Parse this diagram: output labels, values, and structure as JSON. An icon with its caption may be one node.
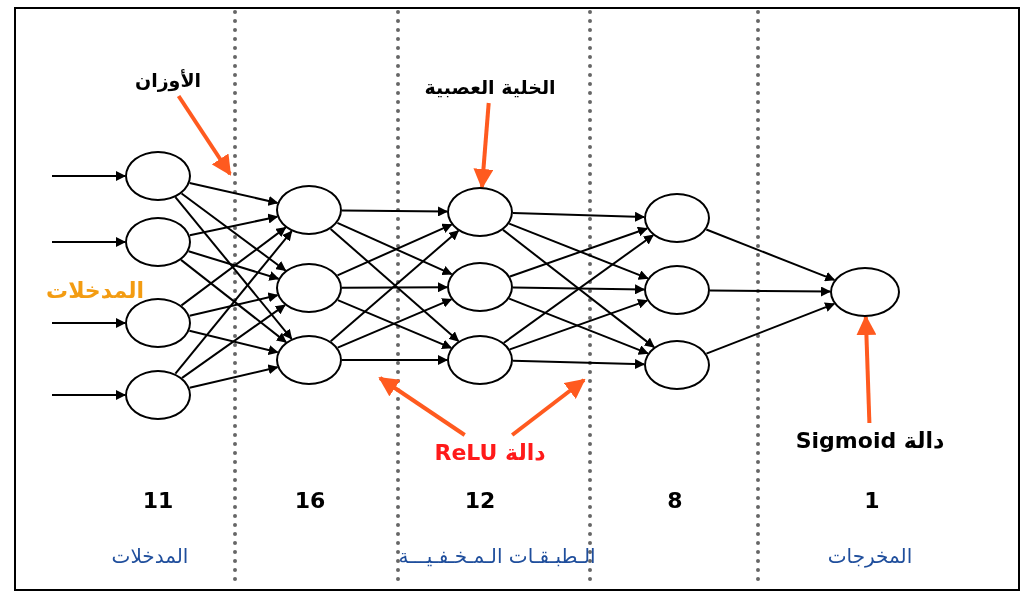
{
  "diagram": {
    "nodes": [
      {
        "text": [
          "الأوزان"
        ]
      },
      {
        "text": [
          "الخلية العصبية"
        ]
      },
      {
        "text": [],
        "shape": "circle"
      },
      {
        "text": [],
        "shape": "circle"
      },
      {
        "text": [],
        "shape": "circle"
      },
      {
        "text": [],
        "shape": "circle"
      },
      {
        "text": [],
        "shape": "circle"
      },
      {
        "text": [],
        "shape": "circle"
      },
      {
        "text": [],
        "shape": "circle"
      },
      {
        "text": [],
        "shape": "circle"
      },
      {
        "text": [],
        "shape": "circle"
      },
      {
        "text": [],
        "shape": "circle"
      },
      {
        "text": [],
        "shape": "circle"
      },
      {
        "text": [],
        "shape": "circle"
      },
      {
        "text": [],
        "shape": "circle"
      },
      {
        "text": [],
        "shape": "circle"
      },
      {
        "text": [
          "دالة ReLU"
        ]
      },
      {
        "text": [
          "دالة Sigmoid"
        ]
      }
    ],
    "edges": [
      {
        "from": null,
        "to": 2,
        "arrow": "to"
      },
      {
        "from": null,
        "to": 3,
        "arrow": "to"
      },
      {
        "from": null,
        "to": 4,
        "arrow": "to"
      },
      {
        "from": null,
        "to": 5,
        "arrow": "to"
      },
      {
        "from": 2,
        "to": 6,
        "arrow": "to"
      },
      {
        "from": 2,
        "to": 7,
        "arrow": "to"
      },
      {
        "from": 2,
        "to": 8,
        "arrow": "to"
      },
      {
        "from": 3,
        "to": 6,
        "arrow": "to"
      },
      {
        "from": 3,
        "to": 7,
        "arrow": "to"
      },
      {
        "from": 3,
        "to": 8,
        "arrow": "to"
      },
      {
        "from": 4,
        "to": 6,
        "arrow": "to"
      },
      {
        "from": 4,
        "to": 7,
        "arrow": "to"
      },
      {
        "from": 4,
        "to": 8,
        "arrow": "to"
      },
      {
        "from": 5,
        "to": 6,
        "arrow": "to"
      },
      {
        "from": 5,
        "to": 7,
        "arrow": "to"
      },
      {
        "from": 5,
        "to": 8,
        "arrow": "to"
      },
      {
        "from": 6,
        "to": 9,
        "arrow": "to"
      },
      {
        "from": 6,
        "to": 10,
        "arrow": "to"
      },
      {
        "from": 6,
        "to": 11,
        "arrow": "to"
      },
      {
        "from": 7,
        "to": 9,
        "arrow": "to"
      },
      {
        "from": 7,
        "to": 10,
        "arrow": "to"
      },
      {
        "from": 7,
        "to": 11,
        "arrow": "to"
      },
      {
        "from": 8,
        "to": 9,
        "arrow": "to"
      },
      {
        "from": 8,
        "to": 10,
        "arrow": "to"
      },
      {
        "from": 8,
        "to": 11,
        "arrow": "to"
      },
      {
        "from": 9,
        "to": 12,
        "arrow": "to"
      },
      {
        "from": 9,
        "to": 13,
        "arrow": "to"
      },
      {
        "from": 9,
        "to": 14,
        "arrow": "to"
      },
      {
        "from": 10,
        "to": 12,
        "arrow": "to"
      },
      {
        "from": 10,
        "to": 13,
        "arrow": "to"
      },
      {
        "from": 10,
        "to": 14,
        "arrow": "to"
      },
      {
        "from": 11,
        "to": 12,
        "arrow": "to"
      },
      {
        "from": 11,
        "to": 13,
        "arrow": "to"
      },
      {
        "from": 11,
        "to": 14,
        "arrow": "to"
      },
      {
        "from": 12,
        "to": 15,
        "arrow": "to"
      },
      {
        "from": 13,
        "to": 15,
        "arrow": "to"
      },
      {
        "from": 14,
        "to": 15,
        "arrow": "to"
      },
      {
        "from": 0,
        "to": null,
        "arrow": "to",
        "style": "thick",
        "color": "#ff5a1f"
      },
      {
        "from": 1,
        "to": 9,
        "arrow": "to",
        "style": "thick",
        "color": "#ff5a1f"
      },
      {
        "from": 16,
        "to": null,
        "arrow": "to",
        "style": "thick",
        "color": "#ff5a1f"
      },
      {
        "from": 16,
        "to": null,
        "arrow": "to",
        "style": "thick",
        "color": "#ff5a1f"
      },
      {
        "from": 17,
        "to": 15,
        "arrow": "to",
        "style": "thick",
        "color": "#ff5a1f"
      }
    ],
    "labels": [
      "المدخلات",
      "11",
      "16",
      "12",
      "8",
      "1",
      "المدخلات",
      "الـطبـقـات الـمـخـفـيـــة",
      "المخرجات"
    ]
  }
}
